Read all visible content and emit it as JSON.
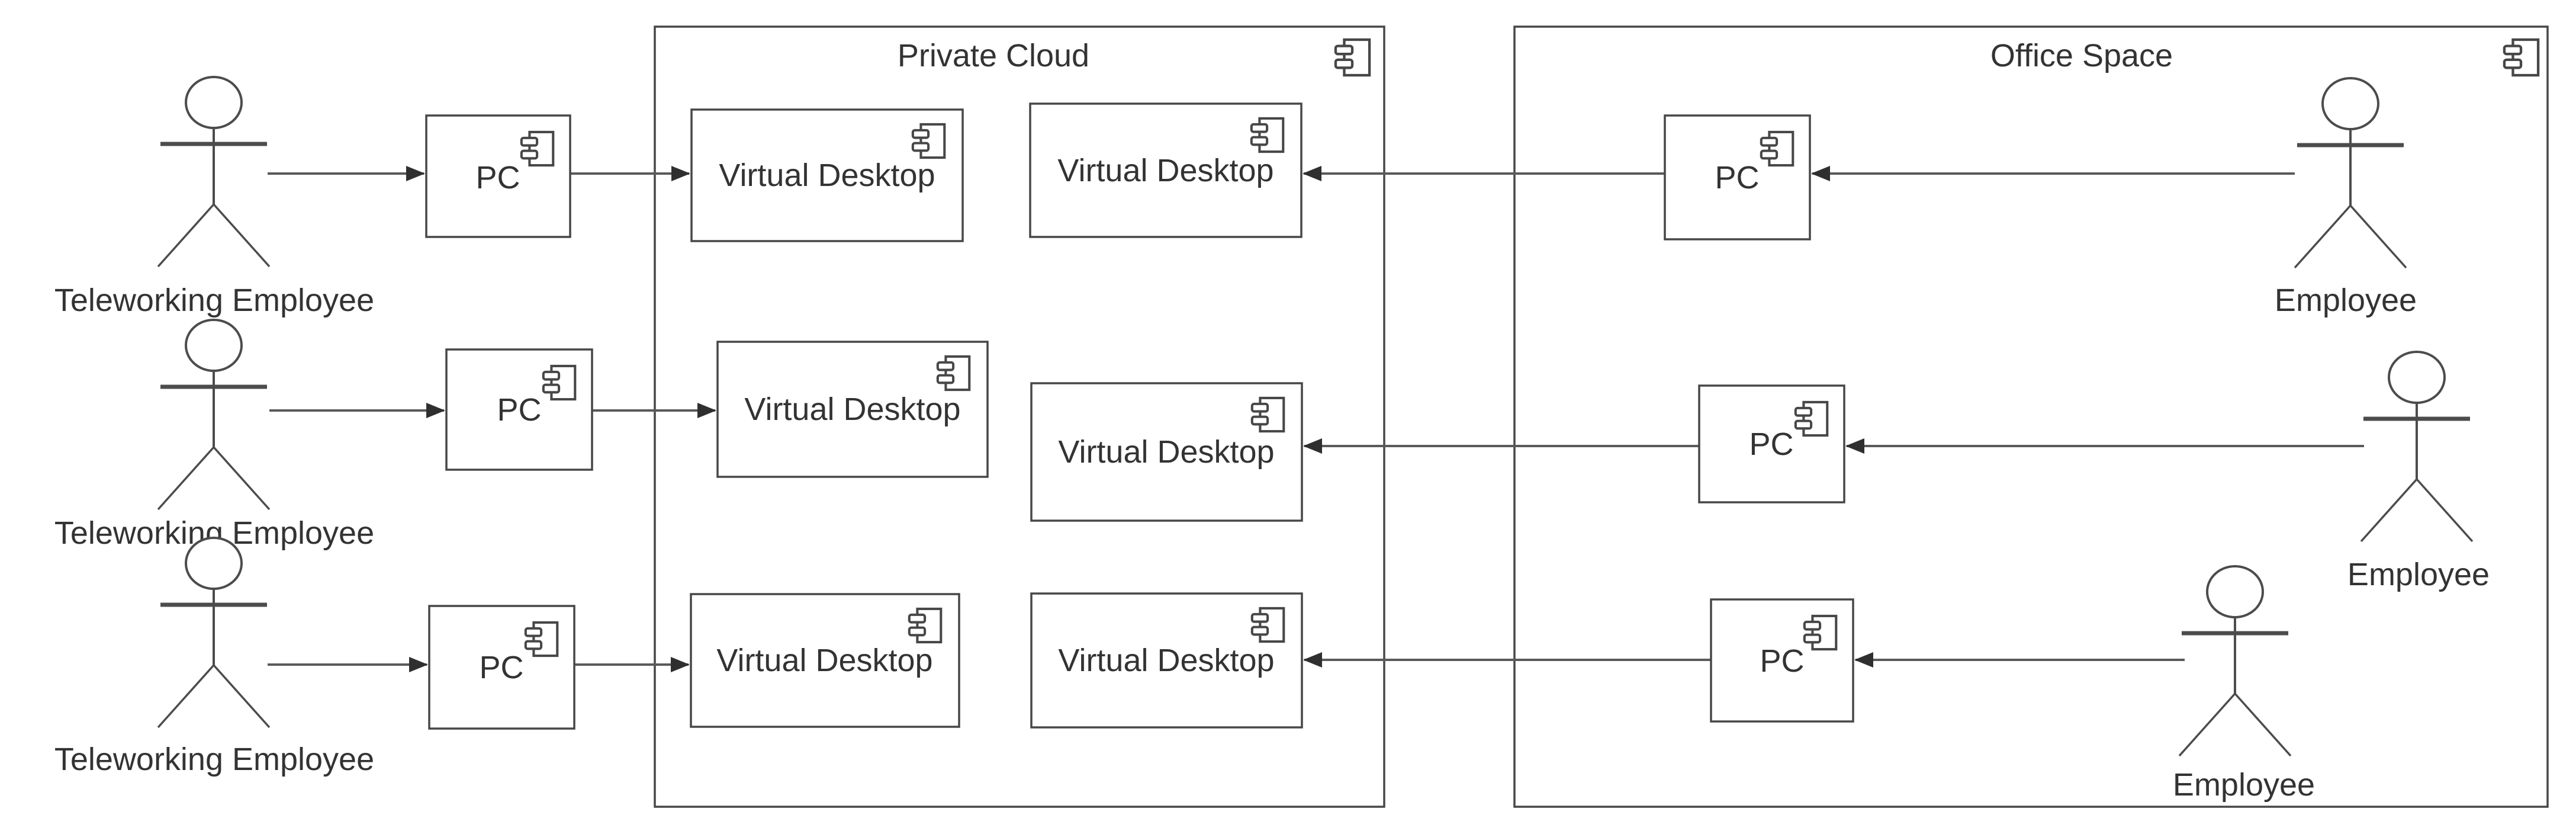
{
  "diagram": {
    "type": "uml-deployment-diagram",
    "colors": {
      "background": "#ffffff",
      "border": "#474747",
      "connector": "#5a5a5a",
      "arrowhead": "#2f2f2f",
      "text": "#333333"
    },
    "containers": [
      {
        "label": "Private Cloud"
      },
      {
        "label": "Office Space"
      }
    ],
    "labels": {
      "virtual_desktop": "Virtual Desktop",
      "pc": "PC",
      "teleworking_employee": "Teleworking Employee",
      "employee": "Employee"
    },
    "icons": {
      "component": "uml-component-icon",
      "actor": "uml-actor-stick-figure"
    },
    "counts": {
      "virtual_desktop_nodes": 6,
      "pc_nodes": 6,
      "teleworking_employees": 3,
      "office_employees": 3
    }
  }
}
